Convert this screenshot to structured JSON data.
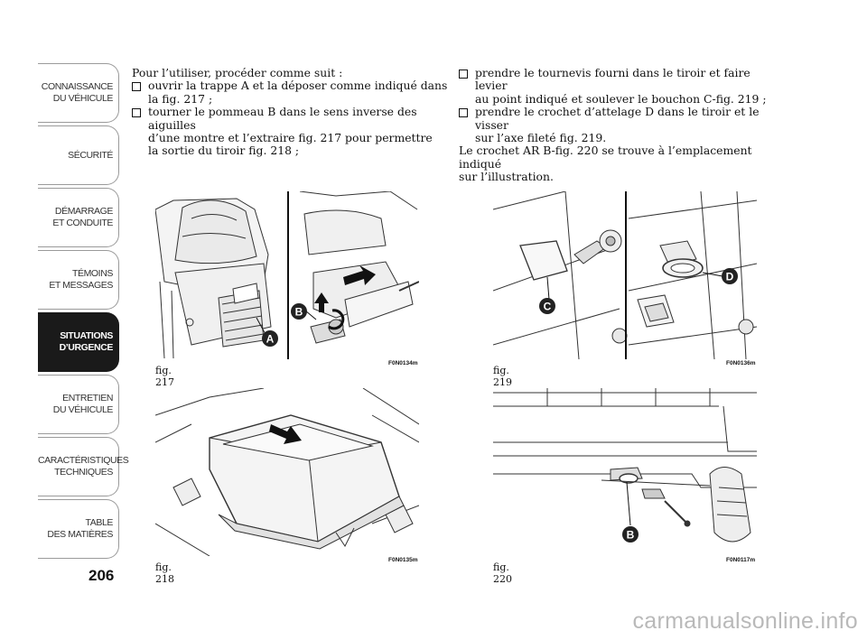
{
  "sidebar": {
    "tabs": [
      {
        "lines": [
          "CONNAISSANCE",
          "DU VÉHICULE"
        ],
        "active": false
      },
      {
        "lines": [
          "SÉCURITÉ"
        ],
        "active": false
      },
      {
        "lines": [
          "DÉMARRAGE",
          "ET CONDUITE"
        ],
        "active": false
      },
      {
        "lines": [
          "TÉMOINS",
          "ET MESSAGES"
        ],
        "active": false
      },
      {
        "lines": [
          "SITUATIONS",
          "D’URGENCE"
        ],
        "active": true
      },
      {
        "lines": [
          "ENTRETIEN",
          "DU VÉHICULE"
        ],
        "active": false
      },
      {
        "lines": [
          "CARACTÉRISTIQUES",
          "TECHNIQUES"
        ],
        "active": false
      },
      {
        "lines": [
          "TABLE",
          "DES MATIÈRES"
        ],
        "active": false
      }
    ],
    "page_number": "206"
  },
  "text": {
    "col1": {
      "intro": "Pour l’utiliser, procéder comme suit :",
      "bullets": [
        [
          "ouvrir la trappe A et la déposer comme indiqué dans",
          "la fig. 217 ;"
        ],
        [
          "tourner le pommeau B dans le sens inverse des aiguilles",
          "d’une montre et l’extraire fig. 217 pour permettre",
          "la sortie du tiroir fig. 218 ;"
        ]
      ]
    },
    "col2": {
      "bullets": [
        [
          "prendre le tournevis fourni dans le tiroir et faire levier",
          "au point indiqué et soulever le bouchon C-fig. 219 ;"
        ],
        [
          "prendre le crochet d’attelage D dans le tiroir et le visser",
          "sur l’axe fileté fig. 219."
        ]
      ],
      "outro": [
        "Le crochet AR B-fig. 220 se trouve à l’emplacement indiqué",
        "sur l’illustration."
      ]
    }
  },
  "figures": {
    "fig217": {
      "caption": "fig. 217",
      "code": "F0N0134m",
      "labels": {
        "a": "A",
        "b": "B"
      }
    },
    "fig218": {
      "caption": "fig. 218",
      "code": "F0N0135m"
    },
    "fig219": {
      "caption": "fig. 219",
      "code": "F0N0136m",
      "labels": {
        "c": "C",
        "d": "D"
      }
    },
    "fig220": {
      "caption": "fig. 220",
      "code": "F0N0117m",
      "labels": {
        "b": "B"
      }
    }
  },
  "watermark": "carmanualsonline.info",
  "colors": {
    "active_tab": "#1a1a1a",
    "label_badge": "#222222",
    "watermark": "#b9b9b9"
  }
}
